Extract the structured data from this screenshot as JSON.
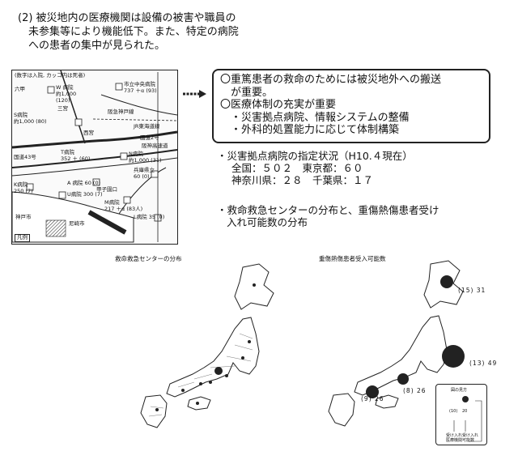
{
  "heading": {
    "line1": "(2) 被災地内の医療機関は設備の被害や職員の",
    "line2": "未参集等により機能低下。また、特定の病院",
    "line3": "への患者の集中が見られた。"
  },
  "inset_map": {
    "note": "(数字は入院, カッコ内は死者)",
    "w_hospital": "W 病院",
    "w_hospital_value": "約1,000",
    "w_hospital_deaths": "(120)",
    "city_hospital": "市立中央病院",
    "city_hospital_value": "737 ＋α (93)",
    "s_hospital": "S病院",
    "s_hospital_value": "約1,000 (80)",
    "n_hospital": "N病院",
    "n_hospital_value": "約1,000 (31)",
    "k_hospital": "K病院",
    "k_hospital_value": "250 (7)",
    "a_hospital": "A 病院 60 (0)",
    "t_hospital": "T病院",
    "t_hospital_value": "352 ＋ (60)",
    "u_hospital": "U病院 300 (7)",
    "m_hospital": "M病院",
    "m_hospital_value": "217 ＋α (83人)",
    "hyogo_hospital": "兵庫県立",
    "hyogo_hospital_value": "60 (0)",
    "l_hospital": "L病院 35 (0)",
    "route2": "国道2号",
    "route43": "国道43号",
    "hanshin": "阪神高速道",
    "kobe": "神戸市",
    "amagasaki": "尼崎市",
    "rokko": "六甲",
    "sannomiya": "三宮",
    "nishinomiya": "西宮",
    "koshien": "甲子園口",
    "hankyu": "阪急神戸線",
    "jr": "JR東海道線",
    "legend": "凡例"
  },
  "box": {
    "line1": "〇重篤患者の救命のためには被災地外への搬送",
    "line2": "　が重要。",
    "line3": "〇医療体制の充実が重要",
    "line4": "　・災害拠点病院、情報システムの整備",
    "line5": "　・外科的処置能力に応じて体制構築"
  },
  "stats": {
    "line1": "・災害拠点病院の指定状況（H10.４現在）",
    "line2": "全国：５０２　東京都：６０",
    "line3": "神奈川県：２８　千葉県：１７"
  },
  "distribution": {
    "line1": "・救命救急センターの分布と、重傷熱傷患者受け",
    "line2": "入れ可能数の分布"
  },
  "left_map": {
    "title": "救命救急センターの分布"
  },
  "right_map": {
    "title": "重傷熱傷患者受入可能数",
    "callouts": [
      {
        "label": "(15) 31"
      },
      {
        "label": "(13) 49"
      },
      {
        "label": "(8) 26"
      },
      {
        "label": "(9) 26"
      }
    ],
    "legend": {
      "title": "図の見方",
      "v1": "(10)",
      "v2": "20",
      "c1": "受け入れ",
      "c2": "医療機関",
      "c3": "受け入れ",
      "c4": "可能数"
    }
  }
}
